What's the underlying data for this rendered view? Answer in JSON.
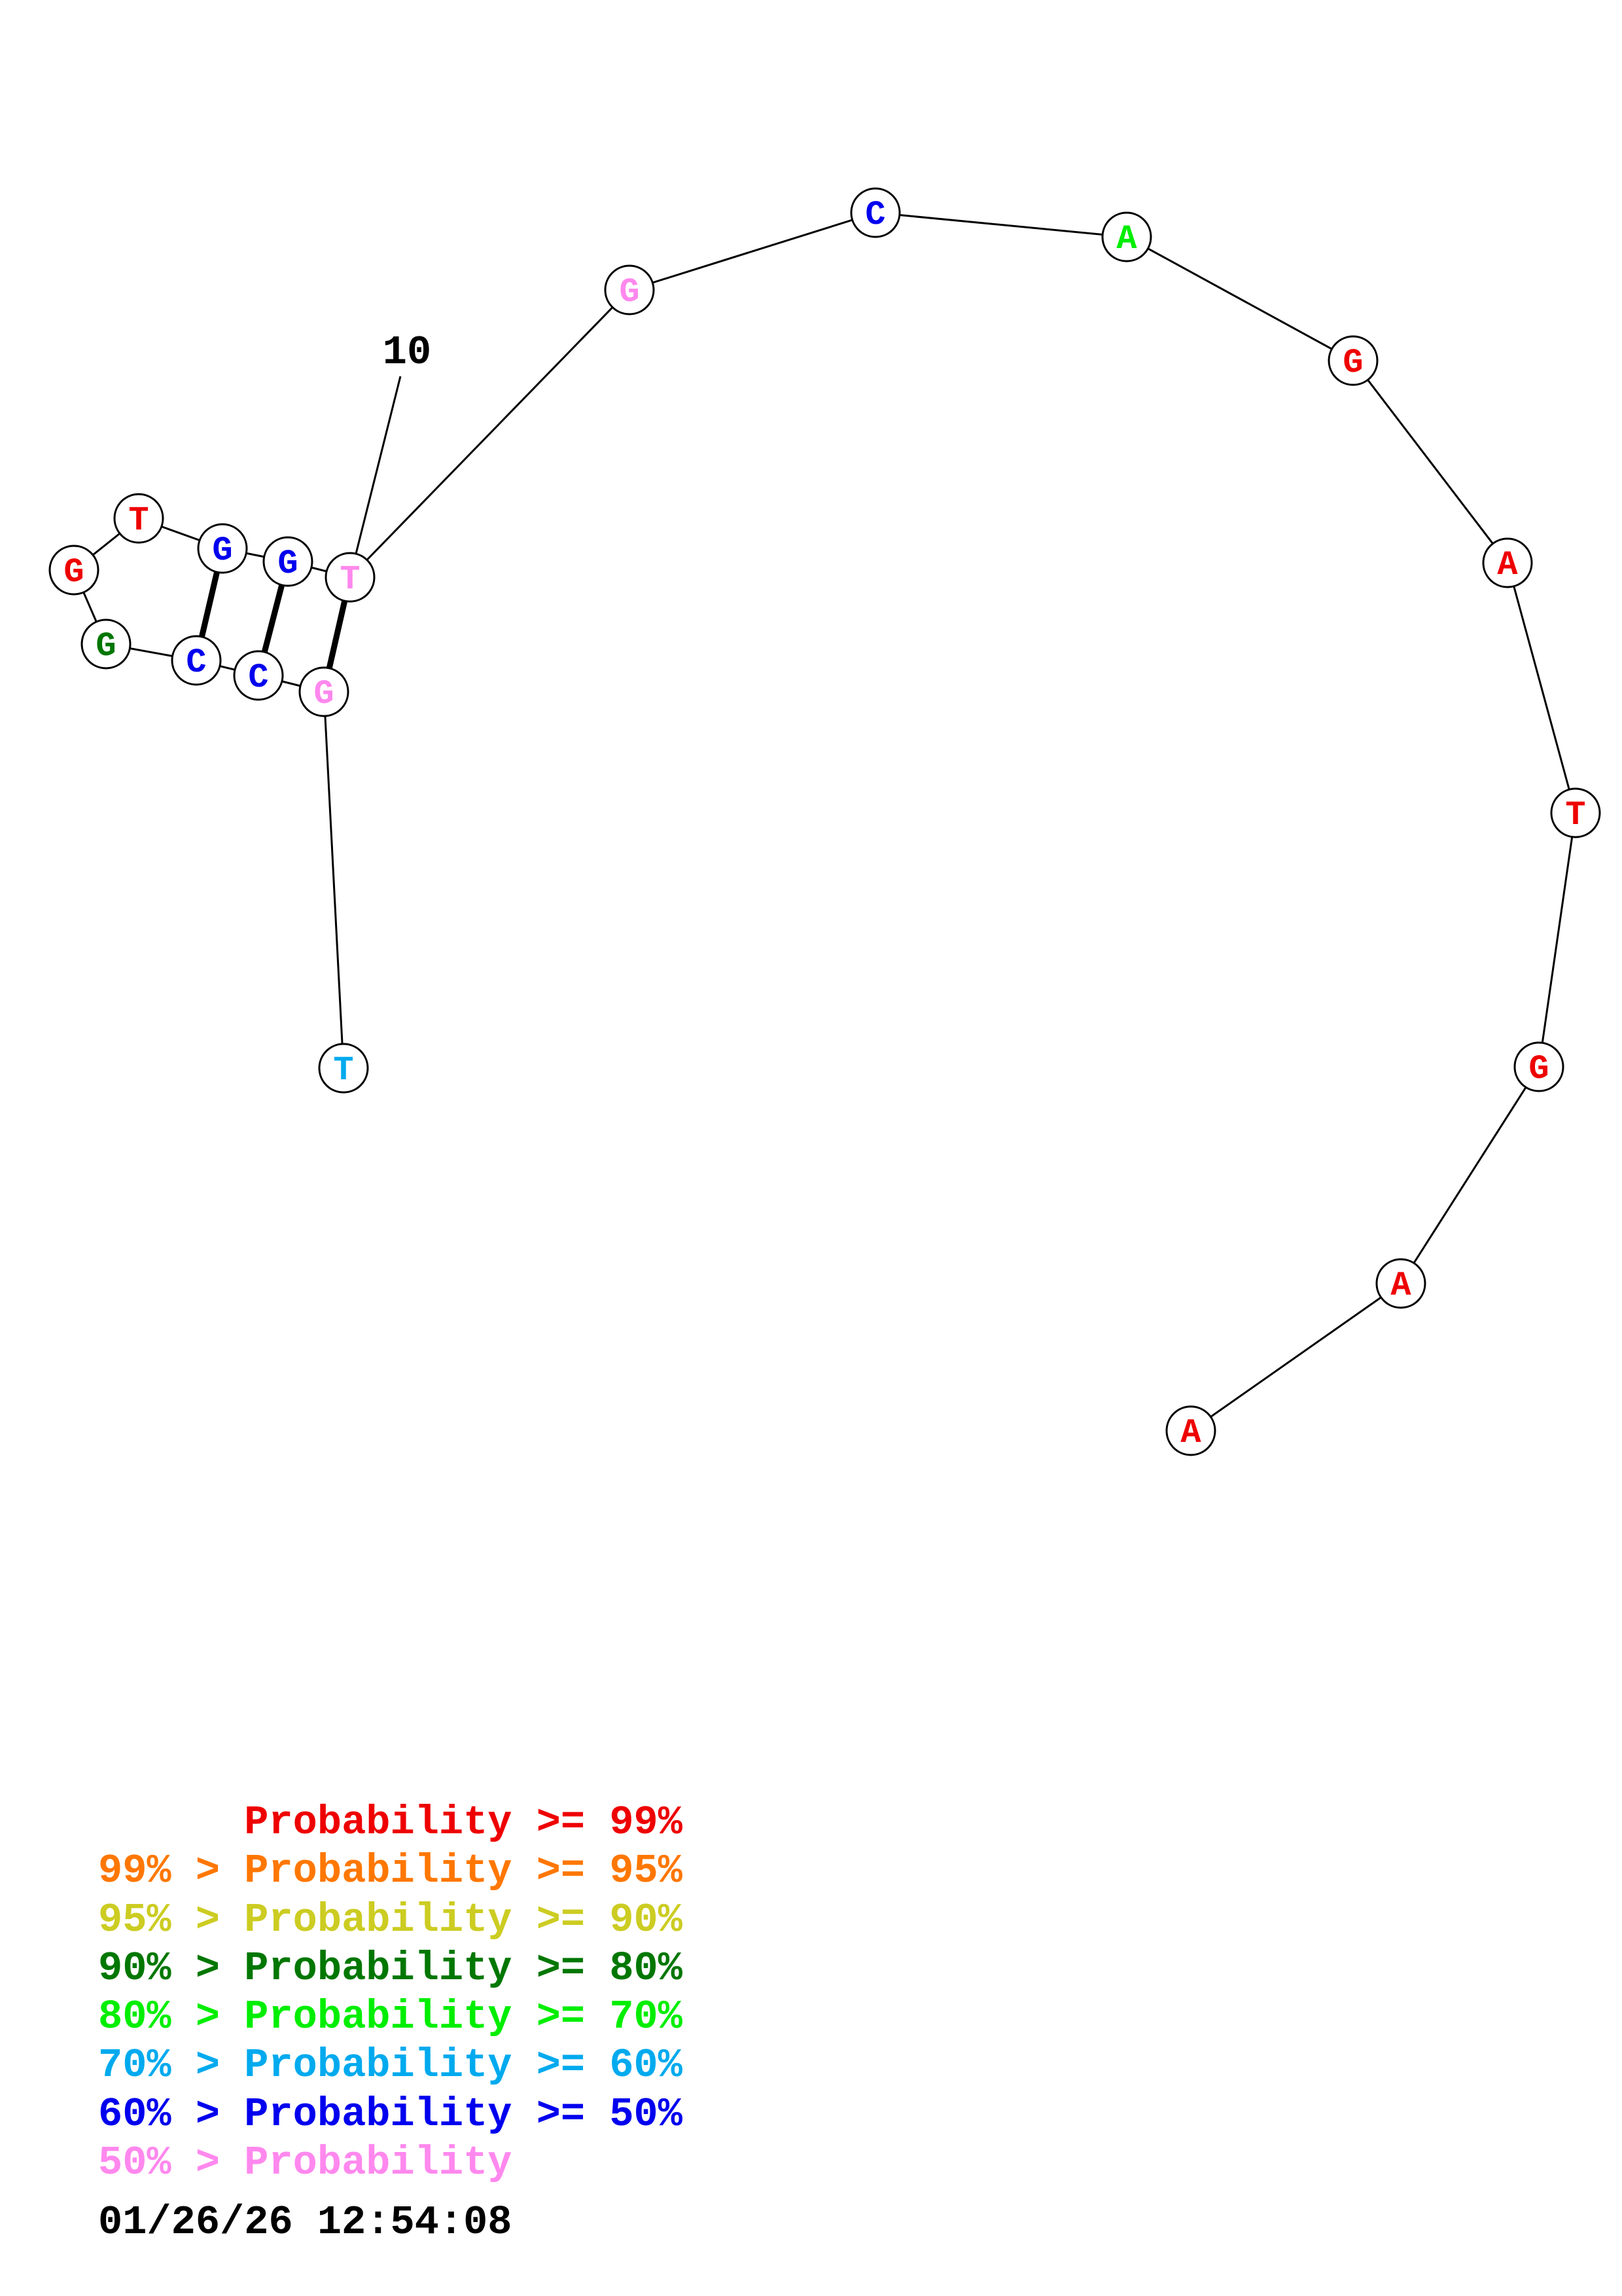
{
  "structure": {
    "nucleotides": [
      {
        "index": 1,
        "base": "T",
        "color": "#00AAEE"
      },
      {
        "index": 2,
        "base": "G",
        "color": "#FF88EE"
      },
      {
        "index": 3,
        "base": "C",
        "color": "#0000EE"
      },
      {
        "index": 4,
        "base": "C",
        "color": "#0000EE"
      },
      {
        "index": 5,
        "base": "G",
        "color": "#007700"
      },
      {
        "index": 6,
        "base": "G",
        "color": "#EE0000"
      },
      {
        "index": 7,
        "base": "T",
        "color": "#EE0000"
      },
      {
        "index": 8,
        "base": "G",
        "color": "#0000EE"
      },
      {
        "index": 9,
        "base": "G",
        "color": "#0000EE"
      },
      {
        "index": 10,
        "base": "T",
        "color": "#FF88EE"
      },
      {
        "index": 11,
        "base": "G",
        "color": "#FF88EE"
      },
      {
        "index": 12,
        "base": "C",
        "color": "#0000EE"
      },
      {
        "index": 13,
        "base": "A",
        "color": "#00EE00"
      },
      {
        "index": 14,
        "base": "G",
        "color": "#EE0000"
      },
      {
        "index": 15,
        "base": "A",
        "color": "#EE0000"
      },
      {
        "index": 16,
        "base": "T",
        "color": "#EE0000"
      },
      {
        "index": 17,
        "base": "G",
        "color": "#EE0000"
      },
      {
        "index": 18,
        "base": "A",
        "color": "#EE0000"
      },
      {
        "index": 19,
        "base": "A",
        "color": "#EE0000"
      }
    ],
    "base_pairs": [
      [
        2,
        10
      ],
      [
        3,
        9
      ],
      [
        4,
        8
      ]
    ],
    "position_marker": {
      "index": 10,
      "label": "10"
    }
  },
  "legend": {
    "rows": [
      {
        "prefix": "    ",
        "text": "Probability >= 99%",
        "color": "#EE0000"
      },
      {
        "prefix": "99% > ",
        "text": "Probability >= 95%",
        "color": "#FF7700"
      },
      {
        "prefix": "95% > ",
        "text": "Probability >= 90%",
        "color": "#CCCC22"
      },
      {
        "prefix": "90% > ",
        "text": "Probability >= 80%",
        "color": "#007700"
      },
      {
        "prefix": "80% > ",
        "text": "Probability >= 70%",
        "color": "#00EE00"
      },
      {
        "prefix": "70% > ",
        "text": "Probability >= 60%",
        "color": "#00AAEE"
      },
      {
        "prefix": "60% > ",
        "text": "Probability >= 50%",
        "color": "#0000EE"
      },
      {
        "prefix": "50% > ",
        "text": "Probability",
        "color": "#FF88EE"
      }
    ]
  },
  "timestamp": "01/26/26 12:54:08"
}
